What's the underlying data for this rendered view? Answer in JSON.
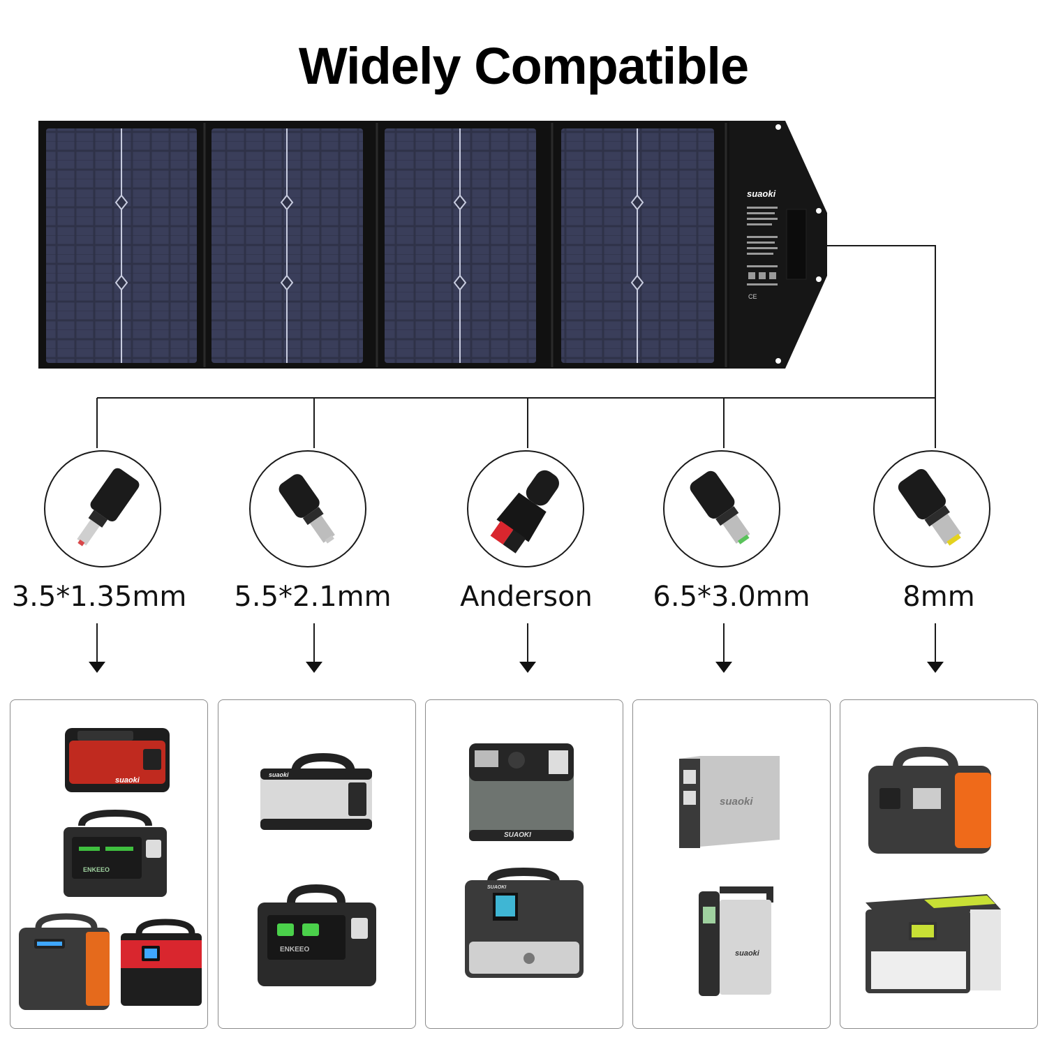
{
  "title": "Widely Compatible",
  "panel": {
    "brand": "suaoki",
    "ce_mark": "CE"
  },
  "connectors": [
    {
      "label": "3.5*1.35mm",
      "tip_color": "#d8484a",
      "devices": [
        {
          "brand": "suaoki",
          "colors": [
            "#c02a1f",
            "#1d1d1d"
          ]
        },
        {
          "brand": "ENKEEO",
          "colors": [
            "#2c2c2c",
            "#3fbf3f"
          ]
        },
        {
          "brand": "",
          "colors": [
            "#e56a1c",
            "#3a3a3a"
          ]
        },
        {
          "brand": "",
          "colors": [
            "#d9262e",
            "#1e1e1e"
          ]
        }
      ]
    },
    {
      "label": "5.5*2.1mm",
      "tip_color": "#c8c8c8",
      "devices": [
        {
          "brand": "suaoki",
          "colors": [
            "#d9d9d9",
            "#222222"
          ]
        },
        {
          "brand": "ENKEEO",
          "colors": [
            "#2a2a2a",
            "#4bd14b"
          ]
        }
      ]
    },
    {
      "label": "Anderson",
      "tip_color": "#d9262e",
      "devices": [
        {
          "brand": "SUAOKI",
          "colors": [
            "#6e7470",
            "#262626"
          ]
        },
        {
          "brand": "SUAOKI",
          "colors": [
            "#3a3a3a",
            "#d0d0d0"
          ]
        }
      ]
    },
    {
      "label": "6.5*3.0mm",
      "tip_color": "#59c25a",
      "devices": [
        {
          "brand": "suaoki",
          "colors": [
            "#c7c7c7",
            "#3a3a3a"
          ]
        },
        {
          "brand": "suaoki",
          "colors": [
            "#d6d6d6",
            "#2e2e2e"
          ]
        }
      ]
    },
    {
      "label": "8mm",
      "tip_color": "#e4d21e",
      "devices": [
        {
          "brand": "",
          "colors": [
            "#ef6a1a",
            "#3b3b3b"
          ]
        },
        {
          "brand": "",
          "colors": [
            "#3b3b3b",
            "#c8e035"
          ]
        }
      ]
    }
  ]
}
